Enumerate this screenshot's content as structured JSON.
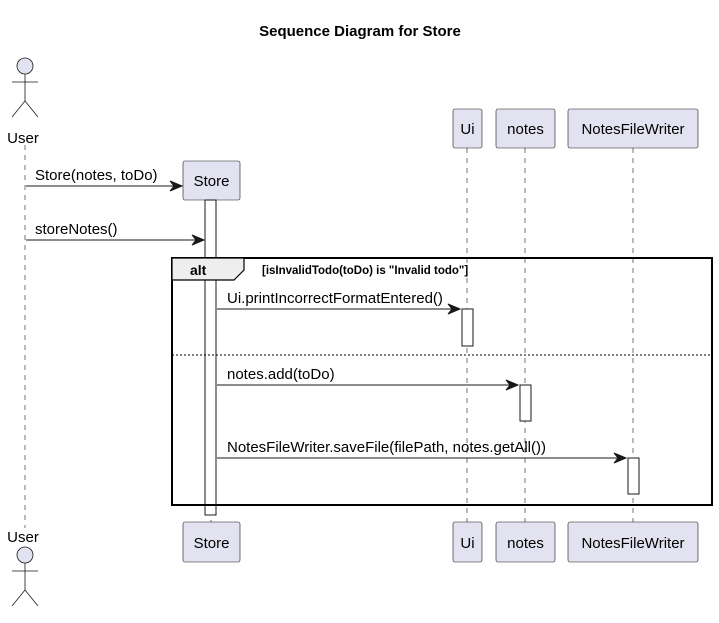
{
  "title": "Sequence Diagram for Store",
  "participants": {
    "user": "User",
    "store": "Store",
    "ui": "Ui",
    "notes": "notes",
    "writer": "NotesFileWriter"
  },
  "messages": {
    "m1": "Store(notes, toDo)",
    "m2": "storeNotes()",
    "m3": "Ui.printIncorrectFormatEntered()",
    "m4": "notes.add(toDo)",
    "m5": "NotesFileWriter.saveFile(filePath, notes.getAll())"
  },
  "alt": {
    "keyword": "alt",
    "guard": "[isInvalidTodo(toDo) is \"Invalid todo\"]"
  },
  "colors": {
    "participant_fill": "#E2E2F0",
    "line": "#181818",
    "frame_tab": "#EEEEEE"
  }
}
